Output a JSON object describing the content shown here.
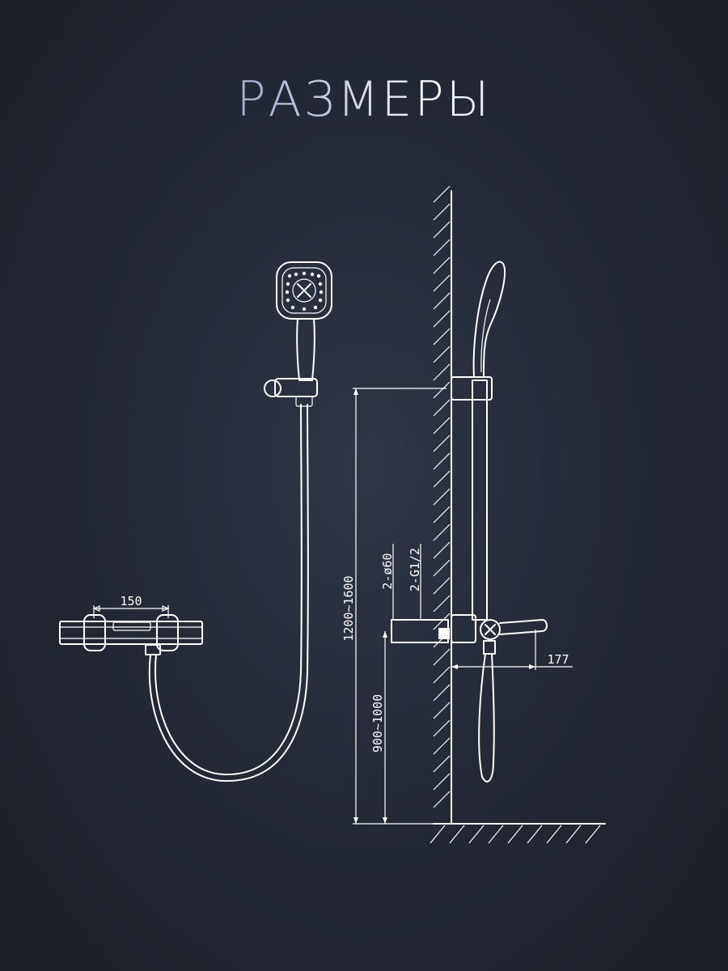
{
  "title": "РАЗМЕРЫ",
  "dimensions": {
    "handle_spacing": "150",
    "slide_bar_height": "1200~1600",
    "mixer_height": "900~1000",
    "wall_flange": "2-ø60",
    "thread": "2-G1/2",
    "projection": "177"
  },
  "colors": {
    "background": "#242a36",
    "line": "#ffffff",
    "title_accent": "#4e5f9c"
  }
}
